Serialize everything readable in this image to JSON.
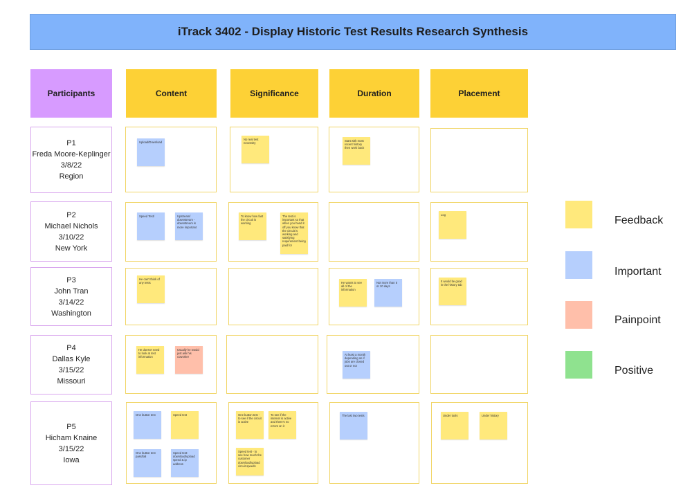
{
  "title": "iTrack 3402 - Display Historic Test Results Research Synthesis",
  "headers": {
    "participants": "Participants",
    "content": "Content",
    "significance": "Significance",
    "duration": "Duration",
    "placement": "Placement"
  },
  "participants": [
    {
      "id": "P1",
      "name": "Freda Moore-Keplinger",
      "date": "3/8/22",
      "location": "Region"
    },
    {
      "id": "P2",
      "name": "Michael Nichols",
      "date": "3/10/22",
      "location": "New York"
    },
    {
      "id": "P3",
      "name": "John Tran",
      "date": "3/14/22",
      "location": "Washington"
    },
    {
      "id": "P4",
      "name": "Dallas Kyle",
      "date": "3/15/22",
      "location": "Missouri"
    },
    {
      "id": "P5",
      "name": "Hicham Knaine",
      "date": "3/15/22",
      "location": "Iowa"
    }
  ],
  "notes": {
    "p1_content_1": "Upload/Download",
    "p1_significance_1": "No real test necessity",
    "p1_duration_1": "Start with most recent history then work back",
    "p2_content_1": "Speed Test/",
    "p2_content_2": "Upstream/ downstream - downstream is more important",
    "p2_significance_1": "To know how fast the circuit is working",
    "p2_significance_2": "The test is important so that when you hand it off you know that the circuit is working and satisfying requirement being paid for",
    "p2_placement_1": "Log",
    "p3_content_1": "He can't think of any tests",
    "p3_duration_1": "He wants to see all of the information",
    "p3_duration_2": "Not more than 5 or 10 days",
    "p3_placement_1": "It would be good in the history tab",
    "p4_content_1": "He doesn't need to look at test information",
    "p4_content_2": "Usually he would just ask his coworker",
    "p4_duration_1": "At least a month depending on if jobs are closed out or not",
    "p5_content_1": "One button test",
    "p5_content_2": "Speed test",
    "p5_content_3": "One button test pass/fail",
    "p5_content_4": "Speed test: download/upload speed & ip address",
    "p5_significance_1": "One button test - to see if the circuit is active",
    "p5_significance_2": "To see if the internet is active and there's no errors on it",
    "p5_significance_3": "Speed test - to see how much the customer download/upload circuit speeds",
    "p5_duration_1": "The last two tests",
    "p5_placement_1": "Under tools",
    "p5_placement_2": "Under history"
  },
  "legend": [
    {
      "label": "Feedback",
      "color": "#ffe97c"
    },
    {
      "label": "Important",
      "color": "#b6cffd"
    },
    {
      "label": "Painpoint",
      "color": "#ffbfaa"
    },
    {
      "label": "Positive",
      "color": "#8fe28f"
    }
  ],
  "colors": {
    "title_bar": "#80b3fb",
    "participants_header": "#d79bff",
    "topic_header": "#fdd136",
    "feedback": "#ffe97c",
    "important": "#b6cffd",
    "painpoint": "#ffbfaa",
    "positive": "#8fe28f"
  }
}
